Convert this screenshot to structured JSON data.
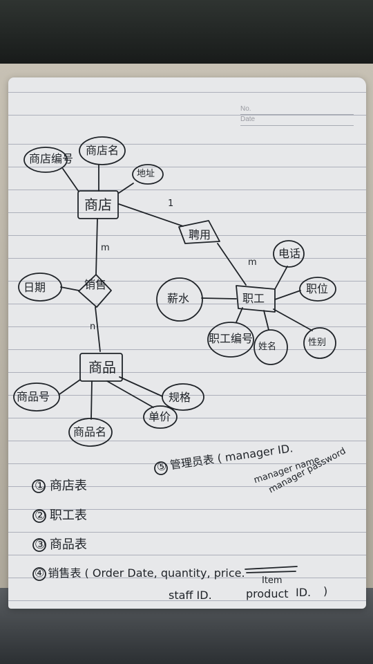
{
  "header": {
    "no_label": "No.",
    "date_label": "Date"
  },
  "er_diagram": {
    "entities": {
      "store": "商店",
      "product": "商品",
      "staff": "职工"
    },
    "relationships": {
      "sales": "销售",
      "employ": "聘用"
    },
    "attributes": {
      "store_id": "商店编号",
      "store_name": "商店名",
      "address": "地址",
      "date": "日期",
      "product_id": "商品号",
      "product_name": "商品名",
      "unit_price": "单价",
      "spec": "规格",
      "phone": "电话",
      "gender": "性别",
      "name": "姓名",
      "staff_id": "职工编号",
      "salary": "薪水",
      "position": "职位"
    },
    "cardinalities": {
      "store_sales": "m",
      "sales_product": "n",
      "store_employ": "1",
      "employ_staff": "m"
    }
  },
  "tables": {
    "store": "① 商店表",
    "staff": "② 职工表",
    "product": "③ 商品表",
    "sales": "④ 销售表 ( Order Date, quantity, price.",
    "sales_cont_staff": "staff ID.",
    "sales_cont_deleted": "product",
    "sales_cont_id": "ID.",
    "sales_cont_end": ")",
    "item_note": "Item",
    "manager": "⑤ 管理员表 ( manager ID.",
    "manager_name": "manager name.",
    "manager_password": "manager password"
  }
}
